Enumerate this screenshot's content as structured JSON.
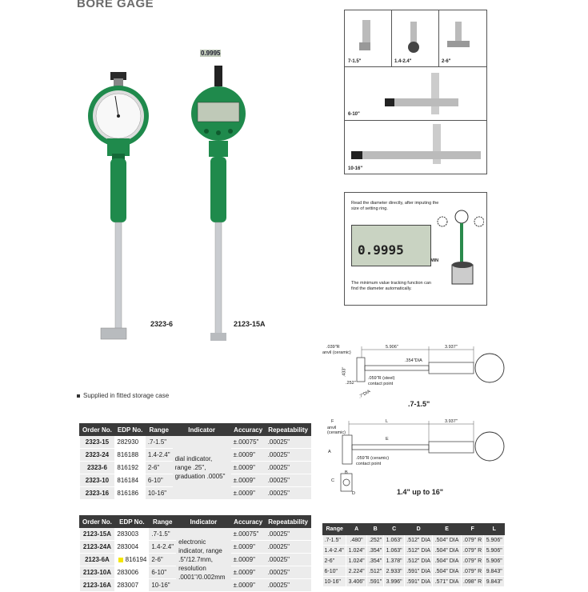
{
  "title": "BORE GAGE",
  "models": {
    "left": "2323-6",
    "right": "2123-15A"
  },
  "digital_display": "0.9995",
  "note": "Supplied in fitted storage case",
  "panel_labels": [
    "7-1.5\"",
    "1.4-2.4\"",
    "2-6\"",
    "6-10\"",
    "10-16\""
  ],
  "feature_box": {
    "text_top": "Read the diameter directly, after imputing the size of  setting ring.",
    "display": "0.9995",
    "min_label": "MIN",
    "text_bottom": "The minimum value tracking function can find the diameter automatically."
  },
  "diagram1": {
    "r_anvil": ".039\"R",
    "anvil": "anvil (ceramic)",
    "len1": "5.906\"",
    "len2": "3.937\"",
    "dia": ".354\"DIA",
    "contact": ".059\"R (steel)",
    "contact2": "contact point",
    "h": ".433\"",
    "w": ".252\"",
    "d": ".7\"DIA",
    "caption": ".7-1.5\""
  },
  "diagram2": {
    "f": "F",
    "anvil": "anvil (ceramic)",
    "l": "L",
    "len2": "3.937\"",
    "e": "E",
    "a": "A",
    "contact": ".059\"R (ceramic)",
    "contact2": "contact point",
    "c": "C",
    "b": "B",
    "d": "D",
    "caption": "1.4\" up to 16\""
  },
  "table1": {
    "headers": [
      "Order No.",
      "EDP No.",
      "Range",
      "Indicator",
      "Accuracy",
      "Repeatability"
    ],
    "indicator": "dial indicator, range .25\", graduation .0005\"",
    "rows": [
      {
        "order": "2323-15",
        "edp": "282930",
        "range": ".7-1.5\"",
        "acc": "±.00075\"",
        "rep": ".00025\""
      },
      {
        "order": "2323-24",
        "edp": "816188",
        "range": "1.4-2.4\"",
        "acc": "±.0009\"",
        "rep": ".00025\""
      },
      {
        "order": "2323-6",
        "edp": "816192",
        "range": "2-6\"",
        "acc": "±.0009\"",
        "rep": ".00025\""
      },
      {
        "order": "2323-10",
        "edp": "816184",
        "range": "6-10\"",
        "acc": "±.0009\"",
        "rep": ".00025\""
      },
      {
        "order": "2323-16",
        "edp": "816186",
        "range": "10-16\"",
        "acc": "±.0009\"",
        "rep": ".00025\""
      }
    ]
  },
  "table2": {
    "headers": [
      "Order No.",
      "EDP No.",
      "Range",
      "Indicator",
      "Accuracy",
      "Repeatability"
    ],
    "indicator": "electronic indicator, range .5\"/12.7mm, resolution .0001\"/0.002mm",
    "rows": [
      {
        "order": "2123-15A",
        "edp": "283003",
        "range": ".7-1.5\"",
        "acc": "±.00075\"",
        "rep": ".00025\""
      },
      {
        "order": "2123-24A",
        "edp": "283004",
        "range": "1.4-2.4\"",
        "acc": "±.0009\"",
        "rep": ".00025\""
      },
      {
        "order": "2123-6A",
        "edp": "816194",
        "range": "2-6\"",
        "acc": "±.0009\"",
        "rep": ".00025\""
      },
      {
        "order": "2123-10A",
        "edp": "283006",
        "range": "6-10\"",
        "acc": "±.0009\"",
        "rep": ".00025\""
      },
      {
        "order": "2123-16A",
        "edp": "283007",
        "range": "10-16\"",
        "acc": "±.0009\"",
        "rep": ".00025\""
      }
    ]
  },
  "dim_table": {
    "headers": [
      "Range",
      "A",
      "B",
      "C",
      "D",
      "E",
      "F",
      "L"
    ],
    "rows": [
      [
        ".7-1.5\"",
        ".480\"",
        ".252\"",
        "1.063\"",
        ".512\" DIA",
        ".504\" DIA",
        ".079\" R",
        "5.906\""
      ],
      [
        "1.4-2.4\"",
        "1.024\"",
        ".354\"",
        "1.063\"",
        ".512\" DIA",
        ".504\" DIA",
        ".079\" R",
        "5.906\""
      ],
      [
        "2-6\"",
        "1.024\"",
        ".354\"",
        "1.378\"",
        ".512\" DIA",
        ".504\" DIA",
        ".079\" R",
        "5.906\""
      ],
      [
        "6-10\"",
        "2.224\"",
        ".512\"",
        "2.933\"",
        ".591\" DIA",
        ".504\" DIA",
        ".079\" R",
        "9.843\""
      ],
      [
        "10-16\"",
        "3.406\"",
        ".591\"",
        "3.996\"",
        ".591\" DIA",
        ".571\" DIA",
        ".098\" R",
        "9.843\""
      ]
    ]
  },
  "colors": {
    "green": "#1f8a4c",
    "dark_green": "#146a38",
    "header": "#3a3a3a",
    "highlight": "#f5e600"
  }
}
